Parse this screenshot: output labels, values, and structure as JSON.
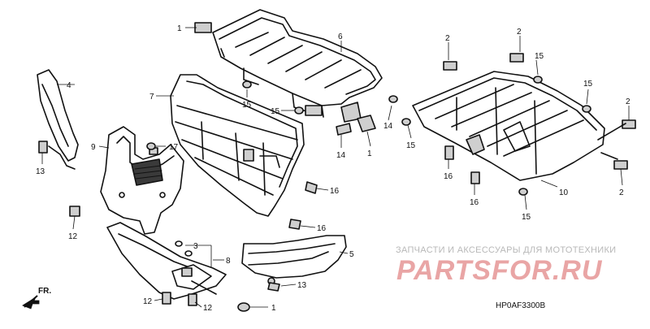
{
  "callouts": [
    {
      "n": "1"
    },
    {
      "n": "6"
    },
    {
      "n": "4"
    },
    {
      "n": "7"
    },
    {
      "n": "15"
    },
    {
      "n": "15"
    },
    {
      "n": "14"
    },
    {
      "n": "14"
    },
    {
      "n": "1"
    },
    {
      "n": "9"
    },
    {
      "n": "17"
    },
    {
      "n": "13"
    },
    {
      "n": "16"
    },
    {
      "n": "16"
    },
    {
      "n": "12"
    },
    {
      "n": "3"
    },
    {
      "n": "8"
    },
    {
      "n": "5"
    },
    {
      "n": "13"
    },
    {
      "n": "12"
    },
    {
      "n": "12"
    },
    {
      "n": "1"
    },
    {
      "n": "2"
    },
    {
      "n": "2"
    },
    {
      "n": "15"
    },
    {
      "n": "15"
    },
    {
      "n": "2"
    },
    {
      "n": "15"
    },
    {
      "n": "16"
    },
    {
      "n": "16"
    },
    {
      "n": "10"
    },
    {
      "n": "2"
    },
    {
      "n": "15"
    }
  ],
  "watermark": {
    "tagline": "ЗАПЧАСТИ И АКСЕССУАРЫ ДЛЯ МОТОТЕХНИКИ",
    "logo": "PARTSFOR.RU"
  },
  "diagram_code": "HP0AF3300B",
  "direction_label": "FR.",
  "colors": {
    "line": "#111111",
    "watermark_logo": "#e9a5a5",
    "watermark_text": "#b8b8b8"
  }
}
